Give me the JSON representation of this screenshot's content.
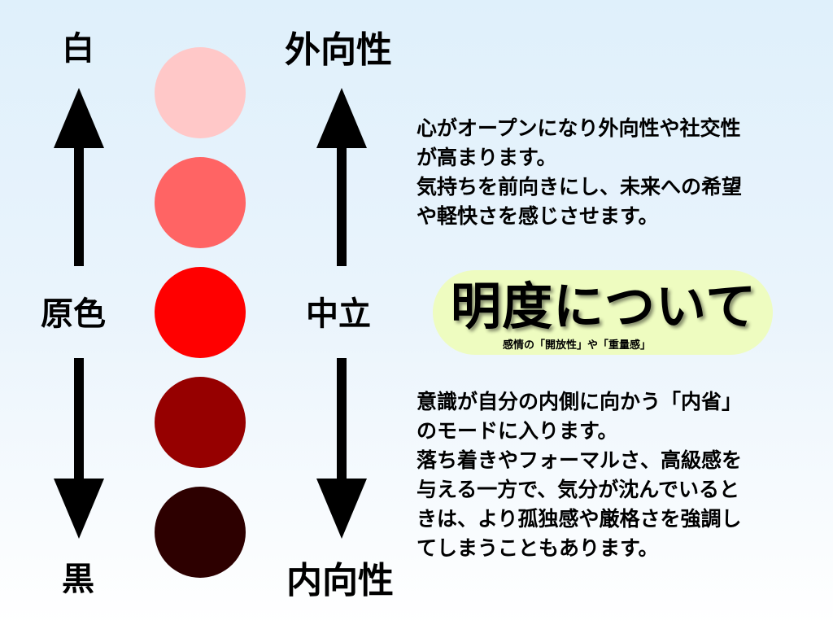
{
  "labels": {
    "white": "白",
    "base_color": "原色",
    "black": "黒",
    "extroverted": "外向性",
    "neutral": "中立",
    "introverted": "内向性"
  },
  "swatches": [
    {
      "color": "#ffc8c8"
    },
    {
      "color": "#ff6464"
    },
    {
      "color": "#ff0000"
    },
    {
      "color": "#960000"
    },
    {
      "color": "#2d0000"
    }
  ],
  "colors": {
    "arrow": "#000000",
    "pill_background": "#eefcc0"
  },
  "description_top": [
    "心がオープンになり外向性や社交性",
    "が高まります。",
    "気持ちを前向きにし、未来への希望",
    "や軽快さを感じさせます。"
  ],
  "title": {
    "main": "明度について",
    "subtitle": "感情の「開放性」や「重量感」"
  },
  "description_bottom": [
    "意識が自分の内側に向かう「内省」",
    "のモードに入ります。",
    "落ち着きやフォーマルさ、高級感を",
    "与える一方で、気分が沈んでいると",
    "きは、より孤独感や厳格さを強調し",
    "てしまうこともあります。"
  ]
}
